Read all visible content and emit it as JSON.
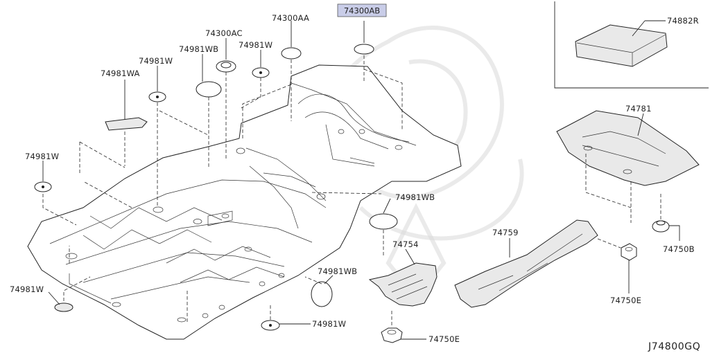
{
  "diagram": {
    "labels": {
      "p74300AB": "74300AB",
      "p74300AA": "74300AA",
      "p74300AC": "74300AC",
      "p74981WB_top": "74981WB",
      "p74981W_top": "74981W",
      "p74981W_upper": "74981W",
      "p74981WA": "74981WA",
      "p74981W_left": "74981W",
      "p74981W_bottomleft": "74981W",
      "p74981WB_mid": "74981WB",
      "p74981WB_low": "74981WB",
      "p74981W_bottom": "74981W",
      "p74882R": "74882R",
      "p74781": "74781",
      "p74750B": "74750B",
      "p74750E_right": "74750E",
      "p74750E_bottom": "74750E",
      "p74754": "74754",
      "p74759": "74759"
    },
    "highlighted_part": "74300AB",
    "highlight_color": "#c9cde8",
    "drawing_code": "J74800GQ"
  }
}
